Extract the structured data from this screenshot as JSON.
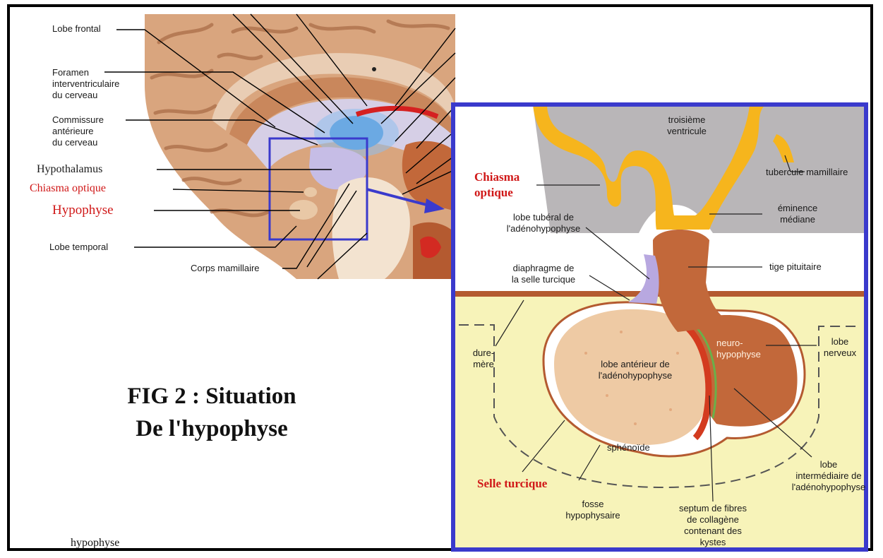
{
  "brain": {
    "labels": {
      "lobe_frontal": "Lobe frontal",
      "foramen": "Foramen\ninterventriculaire\ndu cerveau",
      "commissure": "Commissure\nantérieure\ndu cerveau",
      "hypothalamus": "Hypothalamus",
      "chiasma": "Chiasma optique",
      "hypophyse": "Hypophyse",
      "lobe_temporal": "Lobe temporal",
      "corps_mamillaire": "Corps mamillaire"
    }
  },
  "detail": {
    "labels": {
      "troisieme_ventricule": "troisième\nventricule",
      "chiasma": "Chiasma\noptique",
      "tubercule": "tubercule mamillaire",
      "lobe_tuberal": "lobe tubéral de\nl'adénohypophyse",
      "eminence": "éminence\nmédiane",
      "diaphragme": "diaphragme de\nla selle turcique",
      "tige": "tige pituitaire",
      "dure_mere": "dure-\nmère",
      "neurohypophyse": "neuro-\nhypophyse",
      "lobe_nerveux": "lobe\nnerveux",
      "lobe_anterieur": "lobe antérieur de\nl'adénohypophyse",
      "sphenoide": "sphénoïde",
      "lobe_intermediaire": "lobe\nintermédiaire de\nl'adénohypophyse",
      "selle": "Selle turcique",
      "fosse": "fosse\nhypophysaire",
      "septum": "septum de fibres\nde collagène\ncontenant des\nkystes"
    }
  },
  "figure_title": "FIG 2 : Situation\nDe l'hypophyse",
  "caption": "hypophyse",
  "colors": {
    "frame": "#000000",
    "detail_border": "#3a3acc",
    "arrow": "#3a3acc",
    "highlight_red": "#d01818",
    "brain_tissue": "#d9a57e",
    "ventricle_gray": "#b9b6b8",
    "yellow_tract": "#f6b51d",
    "gland": "#eecaa4",
    "neuro": "#c2683a",
    "bone": "#f7f3b9"
  }
}
